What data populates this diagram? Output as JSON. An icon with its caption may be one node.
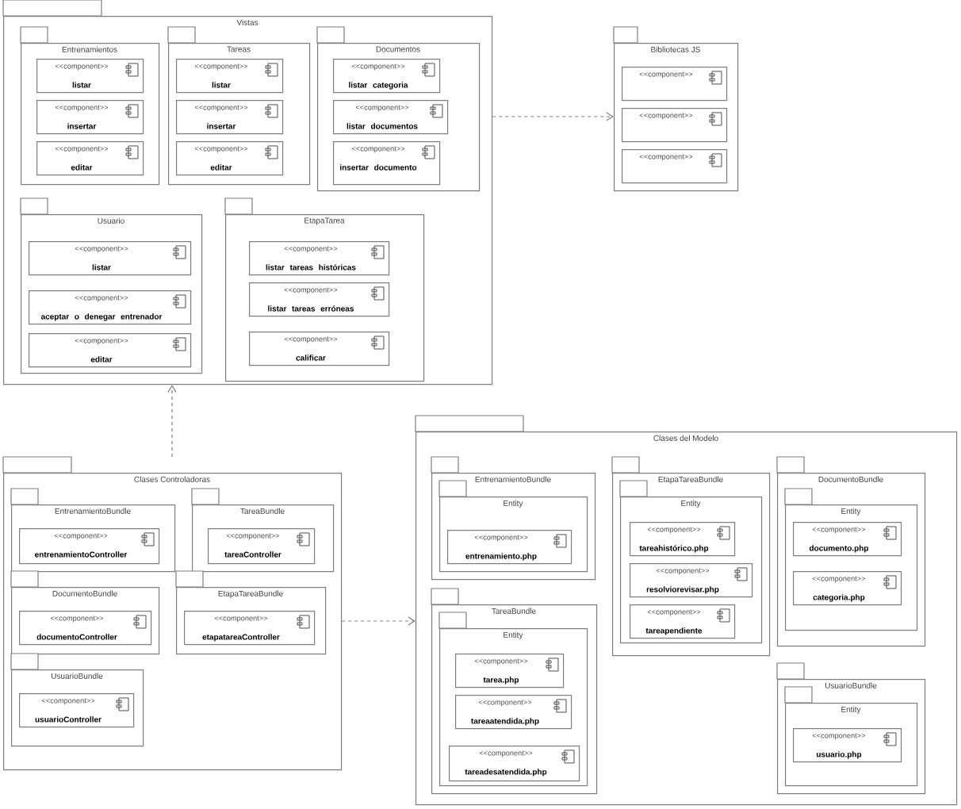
{
  "diagram": {
    "nodes": [
      {
        "text": [
          "Vistas"
        ]
      },
      {
        "text": [
          "Entrenamientos"
        ],
        "in": 0
      },
      {
        "text": [
          "<<component>>",
          "listar"
        ],
        "in": 1
      },
      {
        "text": [
          "<<component>>",
          "insertar"
        ],
        "in": 1
      },
      {
        "text": [
          "<<component>>",
          "editar"
        ],
        "in": 1
      },
      {
        "text": [
          "Tareas"
        ],
        "in": 0
      },
      {
        "text": [
          "<<component>>",
          "listar"
        ],
        "in": 5
      },
      {
        "text": [
          "<<component>>",
          "insertar"
        ],
        "in": 5
      },
      {
        "text": [
          "<<component>>",
          "editar"
        ],
        "in": 5
      },
      {
        "text": [
          "Documentos"
        ],
        "in": 0
      },
      {
        "text": [
          "<<component>>",
          "listar categoria"
        ],
        "in": 9
      },
      {
        "text": [
          "<<component>>",
          "listar documentos"
        ],
        "in": 9
      },
      {
        "text": [
          "<<component>>",
          "insertar documento"
        ],
        "in": 9
      },
      {
        "text": [
          "Usuario"
        ],
        "in": 0
      },
      {
        "text": [
          "<<component>>",
          "listar"
        ],
        "in": 13
      },
      {
        "text": [
          "<<component>>",
          "aceptar o denegar entrenador"
        ],
        "in": 13
      },
      {
        "text": [
          "<<component>>",
          "editar"
        ],
        "in": 13
      },
      {
        "text": [
          "EtapaTarea"
        ],
        "in": 0
      },
      {
        "text": [
          "<<component>>",
          "listar tareas históricas"
        ],
        "in": 17
      },
      {
        "text": [
          "<<component>>",
          "listar tareas erróneas"
        ],
        "in": 17
      },
      {
        "text": [
          "<<component>>",
          "calificar"
        ],
        "in": 17
      },
      {
        "text": [
          "Bibliotecas JS"
        ]
      },
      {
        "text": [
          "<<component>>"
        ],
        "in": 21
      },
      {
        "text": [
          "<<component>>"
        ],
        "in": 21
      },
      {
        "text": [
          "<<component>>"
        ],
        "in": 21
      },
      {
        "text": [
          "Clases Controladoras"
        ]
      },
      {
        "text": [
          "EntrenamientoBundle"
        ],
        "in": 25
      },
      {
        "text": [
          "<<component>>",
          "entrenamientoController"
        ],
        "in": 26
      },
      {
        "text": [
          "TareaBundle"
        ],
        "in": 25
      },
      {
        "text": [
          "<<component>>",
          "tareaController"
        ],
        "in": 28
      },
      {
        "text": [
          "DocumentoBundle"
        ],
        "in": 25
      },
      {
        "text": [
          "<<component>>",
          "documentoController"
        ],
        "in": 30
      },
      {
        "text": [
          "EtapaTareaBundle"
        ],
        "in": 25
      },
      {
        "text": [
          "<<component>>",
          "etapatareaController"
        ],
        "in": 32
      },
      {
        "text": [
          "UsuarioBundle"
        ],
        "in": 25
      },
      {
        "text": [
          "<<component>>",
          "usuarioController"
        ],
        "in": 34
      },
      {
        "text": [
          "Clases del Modelo"
        ]
      },
      {
        "text": [
          "EntrenamientoBundle"
        ],
        "in": 36
      },
      {
        "text": [
          "Entity"
        ],
        "in": 37
      },
      {
        "text": [
          "<<component>>",
          "entrenamiento.php"
        ],
        "in": 38
      },
      {
        "text": [
          "TareaBundle"
        ],
        "in": 36
      },
      {
        "text": [
          "Entity"
        ],
        "in": 40
      },
      {
        "text": [
          "<<component>>",
          "tarea.php"
        ],
        "in": 41
      },
      {
        "text": [
          "<<component>>",
          "tareaatendida.php"
        ],
        "in": 41
      },
      {
        "text": [
          "<<component>>",
          "tareadesatendida.php"
        ],
        "in": 41
      },
      {
        "text": [
          "EtapaTareaBundle"
        ],
        "in": 36
      },
      {
        "text": [
          "Entity"
        ],
        "in": 45
      },
      {
        "text": [
          "<<component>>",
          "tareahistórico.php"
        ],
        "in": 46
      },
      {
        "text": [
          "<<component>>",
          "resolviorevisar.php"
        ],
        "in": 46
      },
      {
        "text": [
          "<<component>>",
          "tareapendiente"
        ],
        "in": 46
      },
      {
        "text": [
          "DocumentoBundle"
        ],
        "in": 36
      },
      {
        "text": [
          "Entity"
        ],
        "in": 50
      },
      {
        "text": [
          "<<component>>",
          "documento.php"
        ],
        "in": 51
      },
      {
        "text": [
          "<<component>>",
          "categoria.php"
        ],
        "in": 51
      },
      {
        "text": [
          "UsuarioBundle"
        ],
        "in": 36
      },
      {
        "text": [
          "Entity"
        ],
        "in": 54
      },
      {
        "text": [
          "<<component>>",
          "usuario.php"
        ],
        "in": 55
      }
    ],
    "edges": [
      {
        "from": 0,
        "to": 21,
        "arrow": "to",
        "style": "dashed"
      },
      {
        "from": 25,
        "to": 0,
        "arrow": "to",
        "style": "dashed"
      },
      {
        "from": 25,
        "to": 36,
        "arrow": "to",
        "style": "dashed"
      }
    ]
  }
}
